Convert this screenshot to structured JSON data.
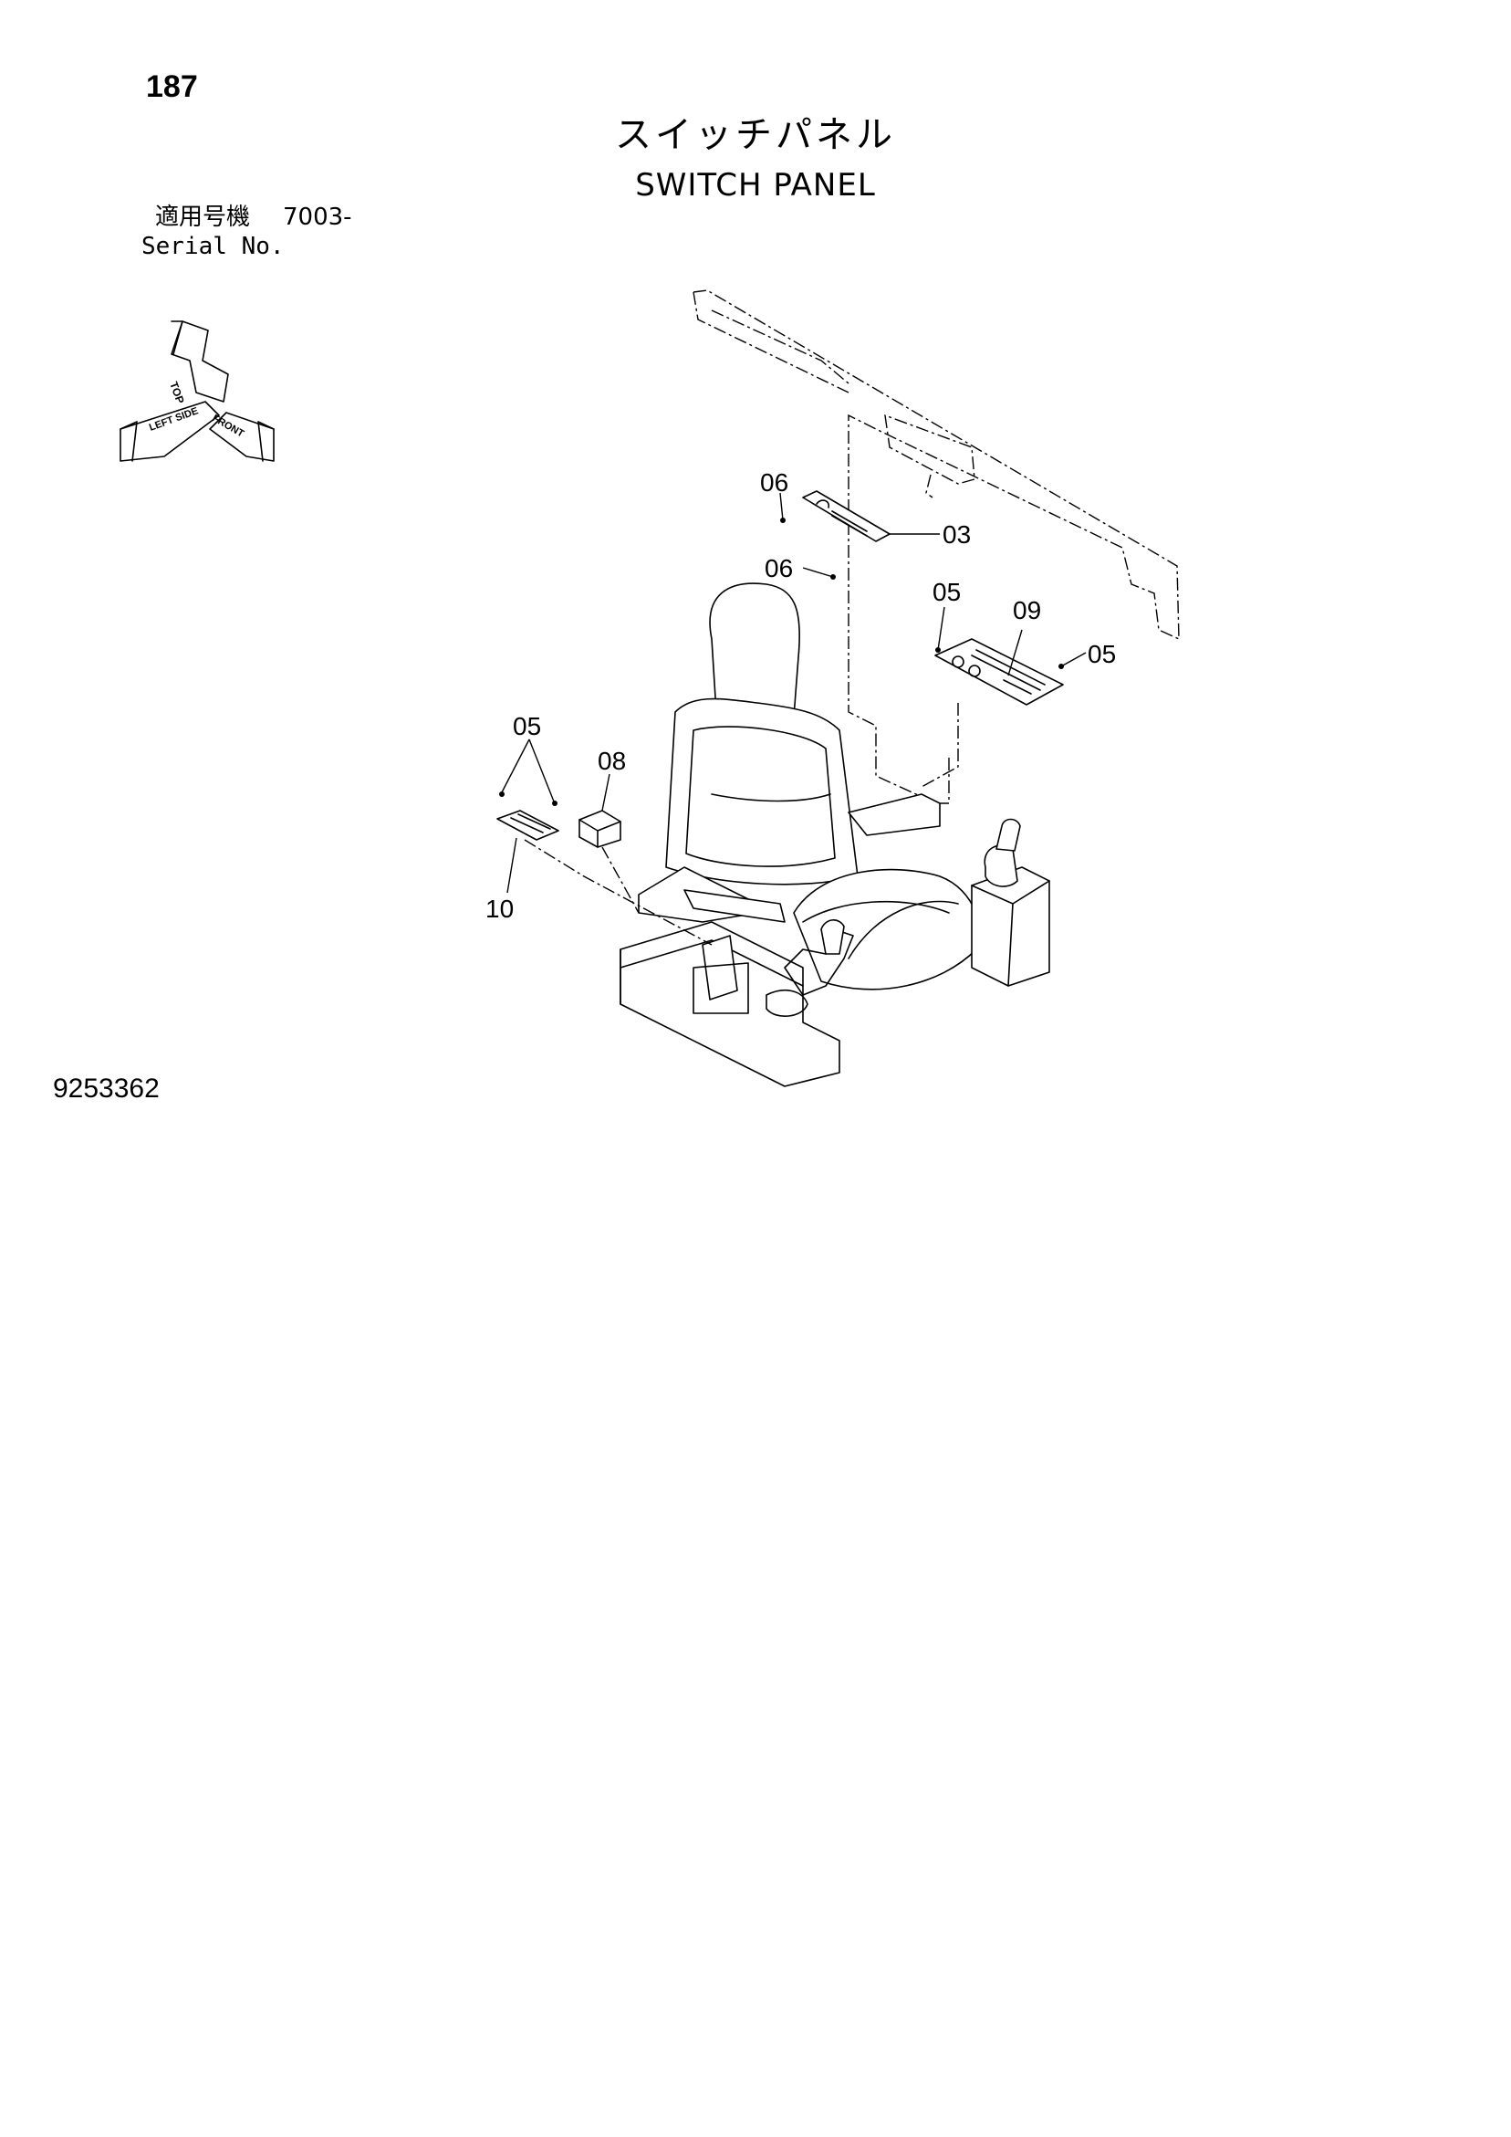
{
  "page": {
    "number": "187",
    "drawing_number": "9253362"
  },
  "title": {
    "ja": "スイッチパネル",
    "en": "SWITCH PANEL"
  },
  "serial": {
    "ja_label": "適用号機",
    "range": "7003-",
    "en_label": "Serial No."
  },
  "orientation_icon": {
    "up": "TOP",
    "left": "LEFT SIDE",
    "right": "FRONT"
  },
  "callouts": {
    "c1": "06",
    "c2": "03",
    "c3": "06",
    "c4": "05",
    "c5": "09",
    "c6": "05",
    "c7": "05",
    "c8": "08",
    "c9": "10"
  }
}
